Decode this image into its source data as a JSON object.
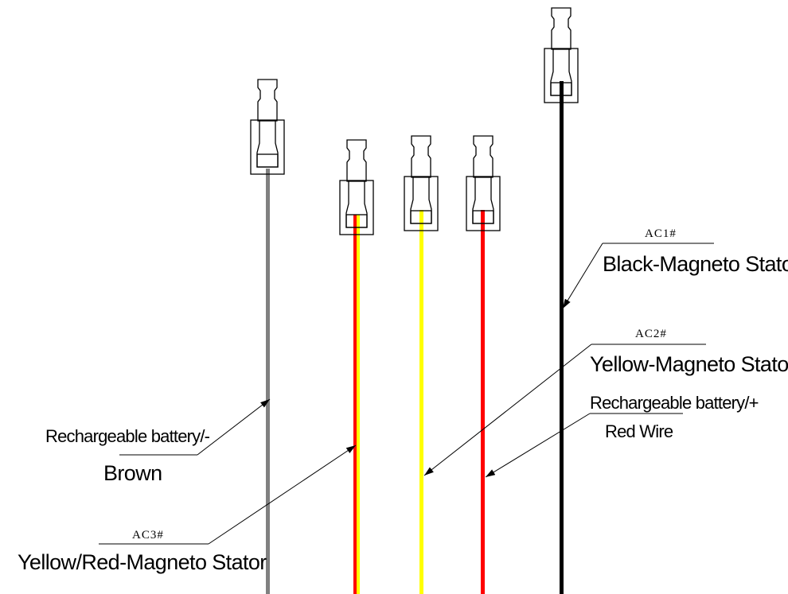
{
  "connectors": [
    {
      "id": "brown",
      "wire_colors": [
        "#808080"
      ]
    },
    {
      "id": "yellow-red",
      "wire_colors": [
        "#ff0000",
        "#ffff00"
      ]
    },
    {
      "id": "yellow",
      "wire_colors": [
        "#ffff00"
      ]
    },
    {
      "id": "red",
      "wire_colors": [
        "#ff0000"
      ]
    },
    {
      "id": "black",
      "wire_colors": [
        "#000000"
      ]
    }
  ],
  "labels": {
    "ac1_code": "AC1#",
    "ac1_text": "Black-Magneto Stator",
    "ac2_code": "AC2#",
    "ac2_text": "Yellow-Magneto Stator",
    "battery_plus_line1": "Rechargeable battery/+",
    "battery_plus_line2": "Red Wire",
    "battery_minus_line1": "Rechargeable battery/-",
    "battery_minus_line2": "Brown",
    "ac3_code": "AC3#",
    "ac3_text": "Yellow/Red-Magneto Stator"
  }
}
